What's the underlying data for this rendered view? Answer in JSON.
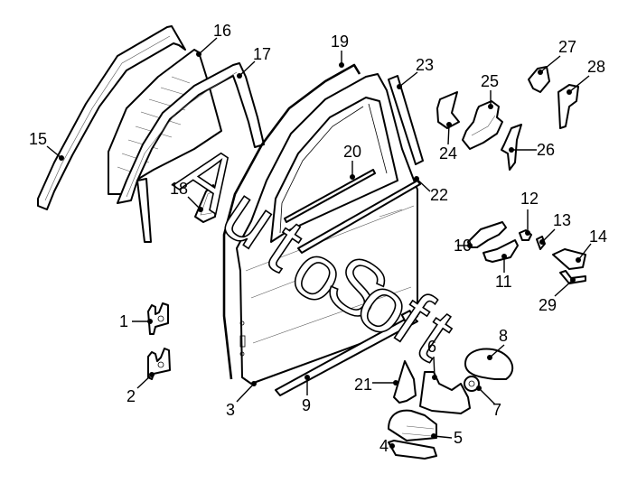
{
  "diagram": {
    "type": "exploded-parts-diagram",
    "subject": "Front door assembly with mirror, hinges, glass and seals",
    "watermark": "AutoSoft",
    "watermark_letters": [
      "A",
      "u",
      "t",
      "o",
      "S",
      "o",
      "f",
      "t"
    ],
    "callouts": [
      {
        "id": "1",
        "part": "upper door hinge"
      },
      {
        "id": "2",
        "part": "lower door hinge"
      },
      {
        "id": "3",
        "part": "door shell"
      },
      {
        "id": "4",
        "part": "mirror cover lower trim"
      },
      {
        "id": "5",
        "part": "mirror housing cover"
      },
      {
        "id": "6",
        "part": "mirror base / bracket"
      },
      {
        "id": "7",
        "part": "mirror motor"
      },
      {
        "id": "8",
        "part": "mirror glass"
      },
      {
        "id": "9",
        "part": "lower door moulding"
      },
      {
        "id": "10",
        "part": "outer door handle"
      },
      {
        "id": "11",
        "part": "handle bracket"
      },
      {
        "id": "12",
        "part": "clip"
      },
      {
        "id": "13",
        "part": "clip"
      },
      {
        "id": "14",
        "part": "handle cap"
      },
      {
        "id": "15",
        "part": "window run channel"
      },
      {
        "id": "16",
        "part": "door window glass"
      },
      {
        "id": "17",
        "part": "window frame seal"
      },
      {
        "id": "18",
        "part": "quarter window"
      },
      {
        "id": "19",
        "part": "door seal"
      },
      {
        "id": "20",
        "part": "inner belt strip"
      },
      {
        "id": "21",
        "part": "mirror sail trim"
      },
      {
        "id": "22",
        "part": "outer belt moulding"
      },
      {
        "id": "23",
        "part": "B-pillar trim"
      },
      {
        "id": "24",
        "part": "latch cover"
      },
      {
        "id": "25",
        "part": "door latch"
      },
      {
        "id": "26",
        "part": "latch bracket"
      },
      {
        "id": "27",
        "part": "striker bracket"
      },
      {
        "id": "28",
        "part": "trim bracket"
      },
      {
        "id": "29",
        "part": "handle gasket"
      }
    ]
  }
}
